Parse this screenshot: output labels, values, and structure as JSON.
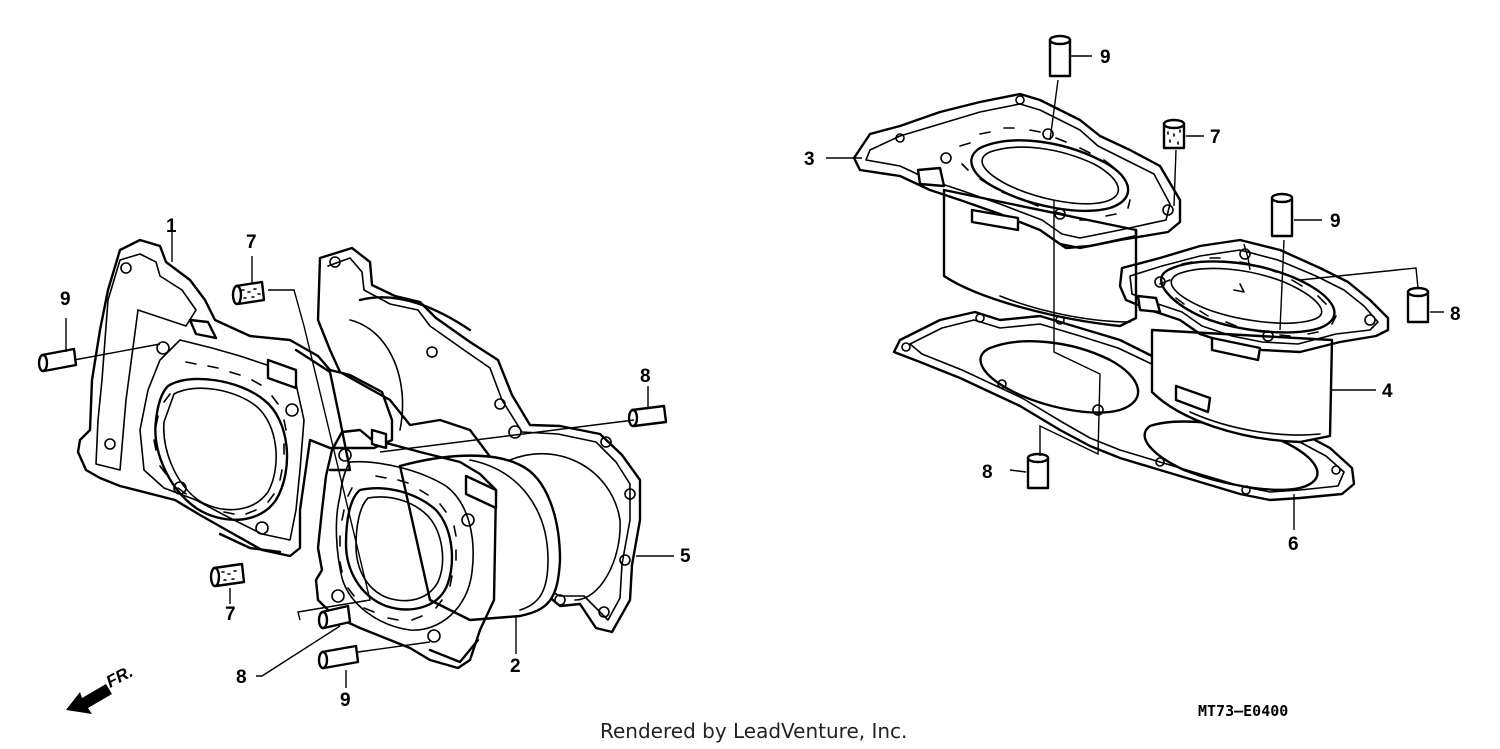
{
  "callouts": {
    "c1": "1",
    "c2": "2",
    "c3": "3",
    "c4": "4",
    "c5": "5",
    "c6": "6",
    "c7": "7",
    "c8": "8",
    "c9": "9"
  },
  "direction_label": "FR.",
  "diagram_code": "MT73–E0400",
  "credit": "Rendered by LeadVenture, Inc.",
  "icons": [
    "front-direction-arrow-icon"
  ]
}
